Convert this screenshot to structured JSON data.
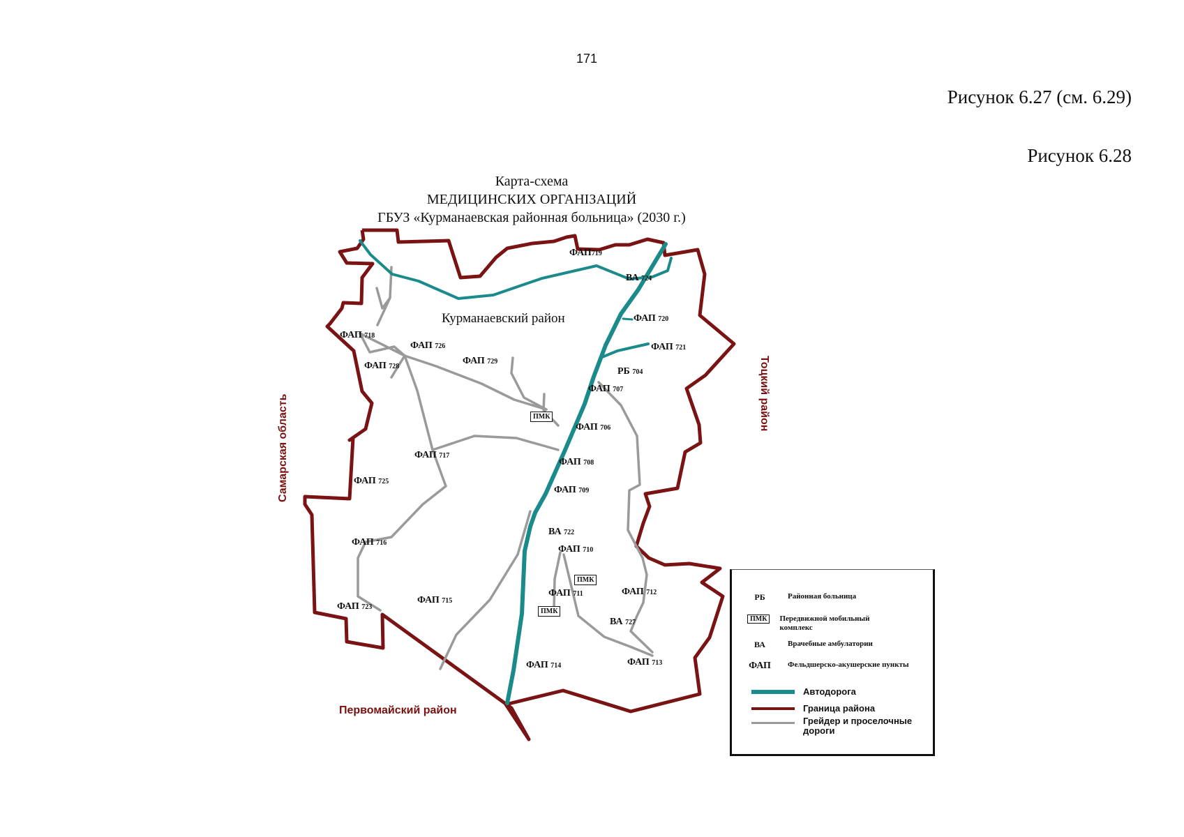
{
  "page_number": "171",
  "captions": [
    "Рисунок 6.27 (см. 6.29)",
    "Рисунок 6.28"
  ],
  "map_title": {
    "line1": "Карта-схема",
    "line2": "МЕДИЦИНСКИХ ОРГАНІЗАЦИЙ",
    "line3": "ГБУЗ «Курманаевская районная больница» (2030 г.)"
  },
  "region_name": "Курманаевский район",
  "neighbors": {
    "west": "Самарская область",
    "east": "Тоцкий район",
    "south": "Первомайский район"
  },
  "facilities": [
    {
      "type": "ФАП",
      "num": "719"
    },
    {
      "type": "ВА",
      "num": "724"
    },
    {
      "type": "ФАП",
      "num": "720"
    },
    {
      "type": "ФАП",
      "num": "721"
    },
    {
      "type": "РБ",
      "num": "704"
    },
    {
      "type": "ФАП",
      "num": "707"
    },
    {
      "type": "ФАП",
      "num": "706"
    },
    {
      "type": "ФАП",
      "num": "708"
    },
    {
      "type": "ФАП",
      "num": "709"
    },
    {
      "type": "ВА",
      "num": "722"
    },
    {
      "type": "ФАП",
      "num": "710"
    },
    {
      "type": "ФАП",
      "num": "711"
    },
    {
      "type": "ФАП",
      "num": "712"
    },
    {
      "type": "ВА",
      "num": "727"
    },
    {
      "type": "ФАП",
      "num": "713"
    },
    {
      "type": "ФАП",
      "num": "714"
    },
    {
      "type": "ФАП",
      "num": "715"
    },
    {
      "type": "ФАП",
      "num": "723"
    },
    {
      "type": "ФАП",
      "num": "716"
    },
    {
      "type": "ФАП",
      "num": "725"
    },
    {
      "type": "ФАП",
      "num": "717"
    },
    {
      "type": "ФАП",
      "num": "729"
    },
    {
      "type": "ФАП",
      "num": "726"
    },
    {
      "type": "ФАП",
      "num": "718"
    },
    {
      "type": "ФАП",
      "num": "728"
    }
  ],
  "pmk_label": "ПМК",
  "legend": {
    "rb_key": "РБ",
    "rb_text": "Районная больница",
    "pmk_key": "ПМК",
    "pmk_text": "Передвижной мобильный комплекс",
    "va_key": "ВА",
    "va_text": "Врачебные амбулатории",
    "fap_key": "ФАП",
    "fap_text": "Фельдшерско-акушерские пункты",
    "road_text": "Автодорога",
    "border_text": "Граница района",
    "grader_text": "Грейдер и проселочные дороги"
  },
  "colors": {
    "highway": "#1b8a8a",
    "border": "#7a1414",
    "grader": "#9a9a9a"
  }
}
